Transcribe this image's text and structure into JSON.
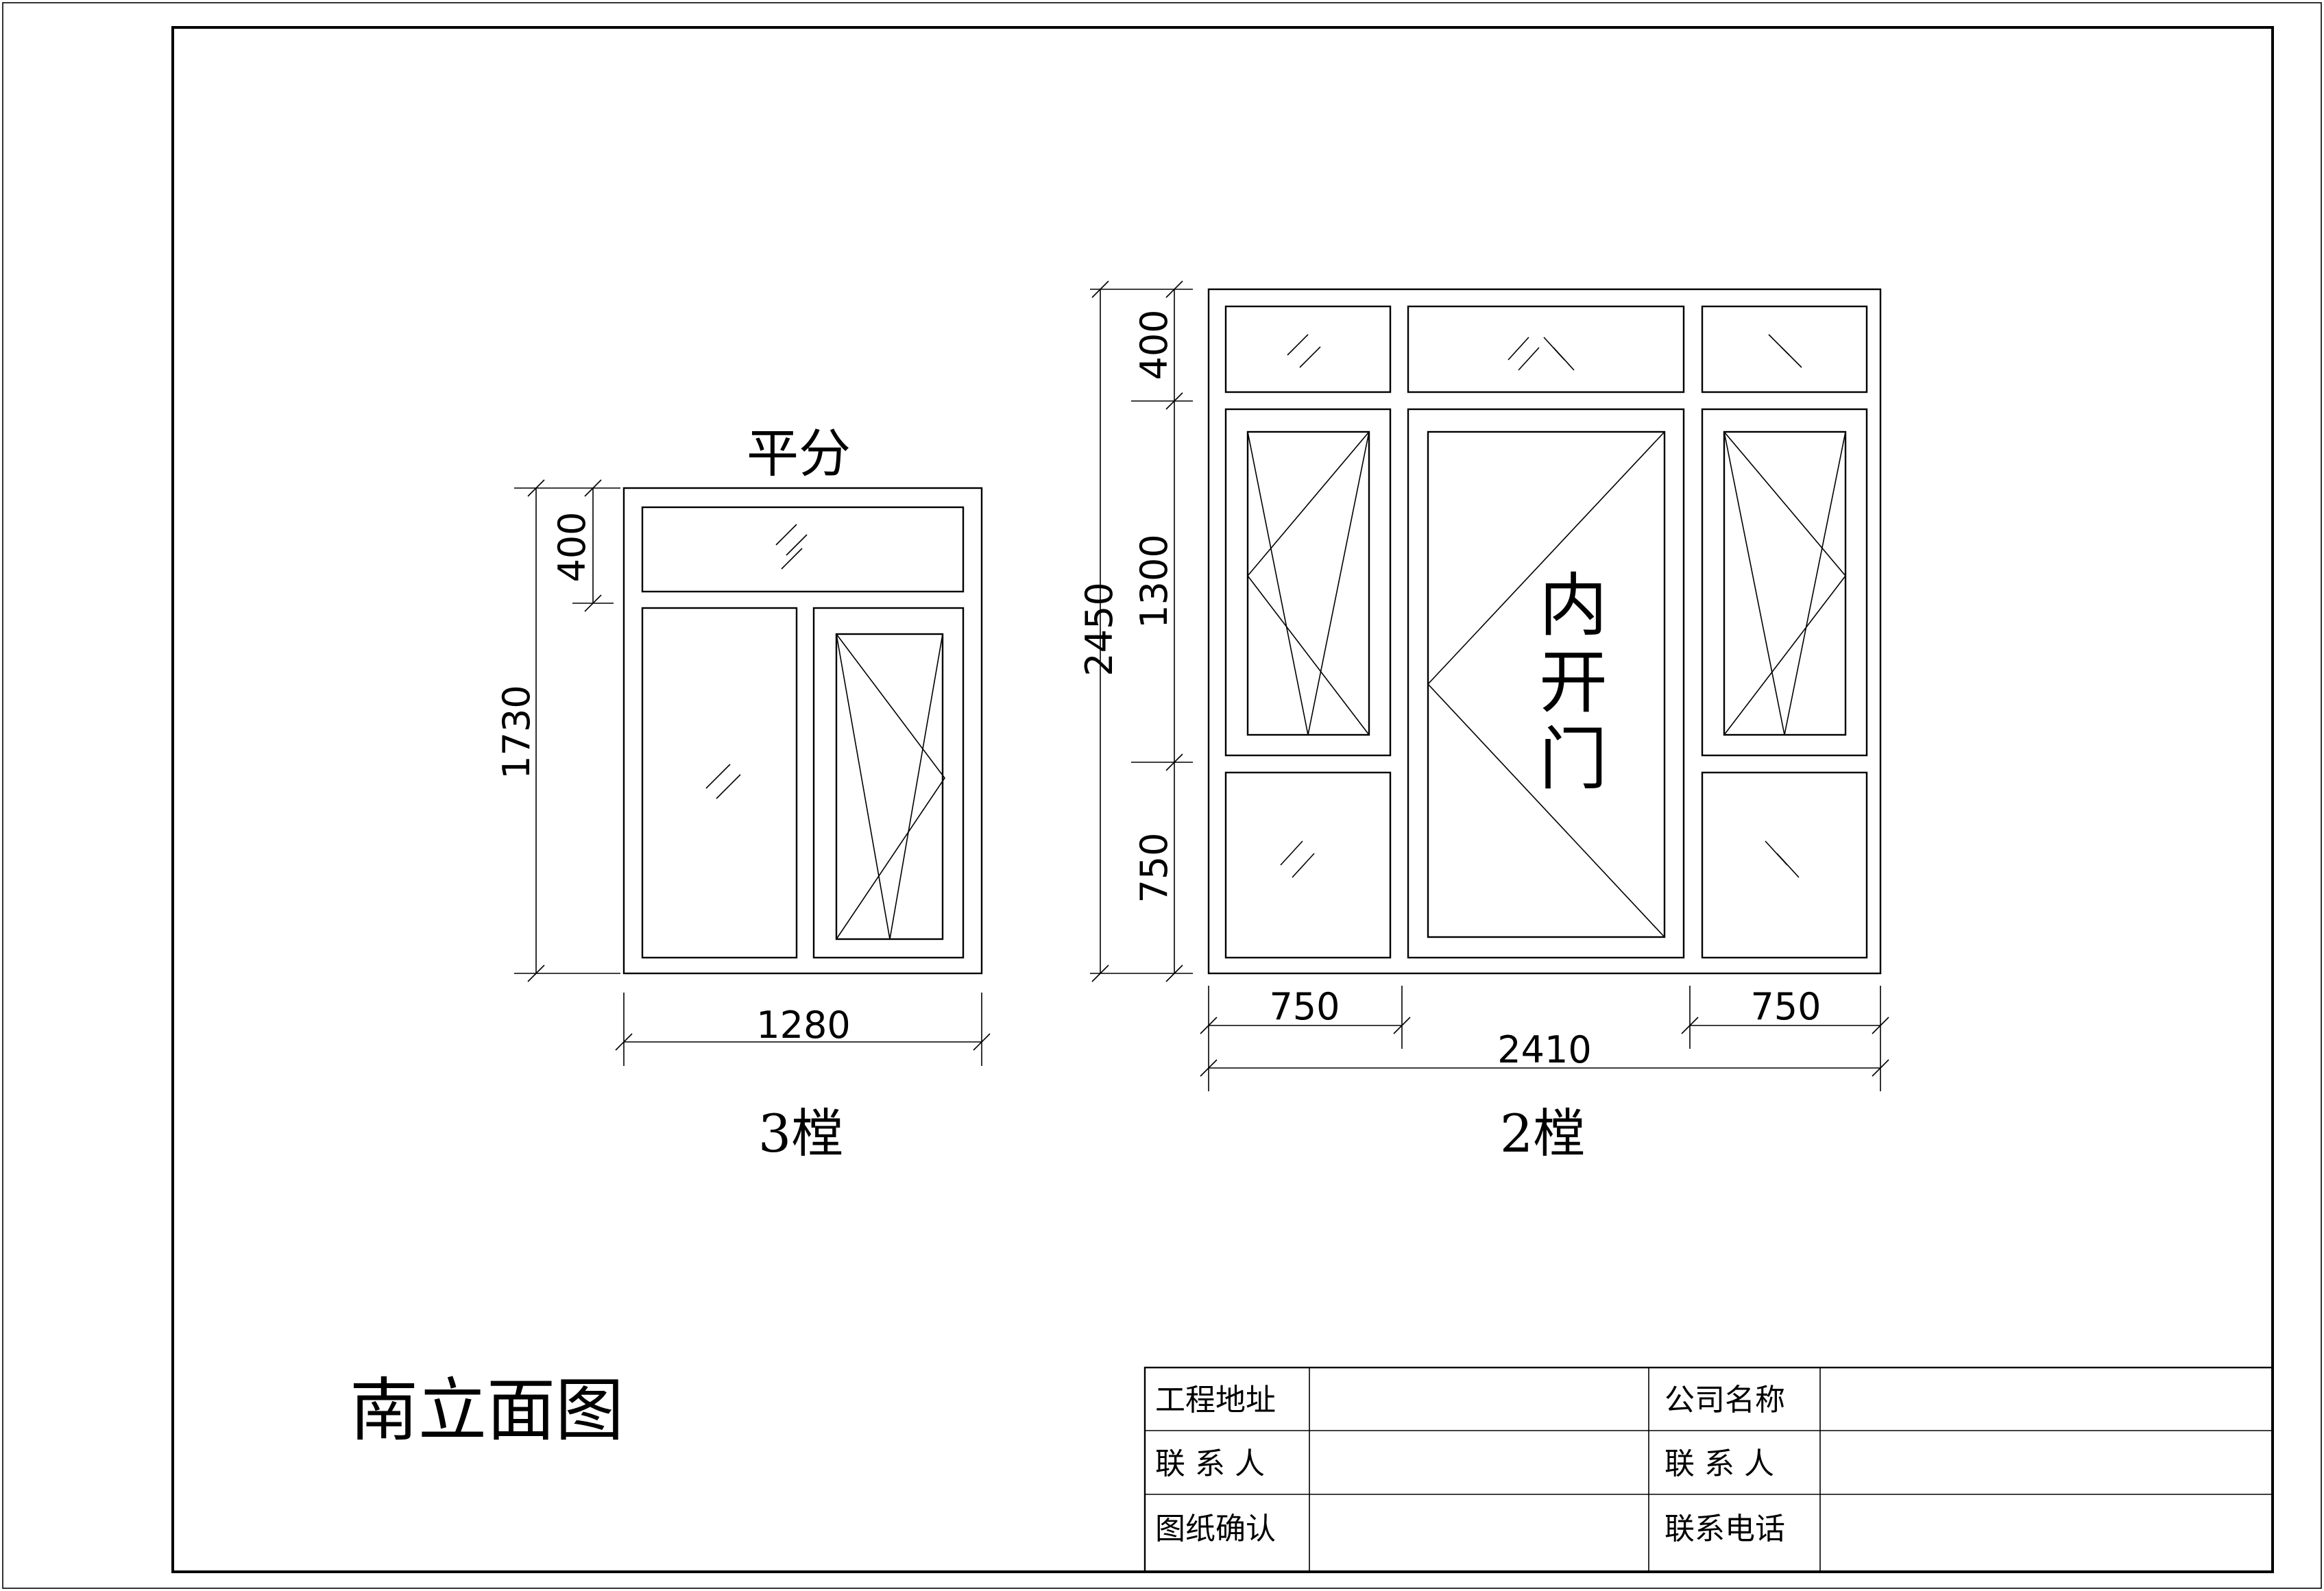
{
  "drawing_title": "南立面图",
  "window_3": {
    "caption": "3樘",
    "note": "平分",
    "width": "1280",
    "height": "1730",
    "top_height": "400"
  },
  "window_2": {
    "caption": "2樘",
    "door_note": [
      "内",
      "开",
      "门"
    ],
    "width_total": "2410",
    "width_left": "750",
    "width_right": "750",
    "height_total": "2450",
    "height_top": "400",
    "height_mid": "1300",
    "height_bottom": "750"
  },
  "title_block": {
    "rows": [
      {
        "left_label": "工程地址",
        "left_value": "",
        "right_label": "公司名称",
        "right_value": ""
      },
      {
        "left_label": "联 系 人",
        "left_value": "",
        "right_label": "联 系 人",
        "right_value": ""
      },
      {
        "left_label": "图纸确认",
        "left_value": "",
        "right_label": "联系电话",
        "right_value": ""
      }
    ]
  }
}
